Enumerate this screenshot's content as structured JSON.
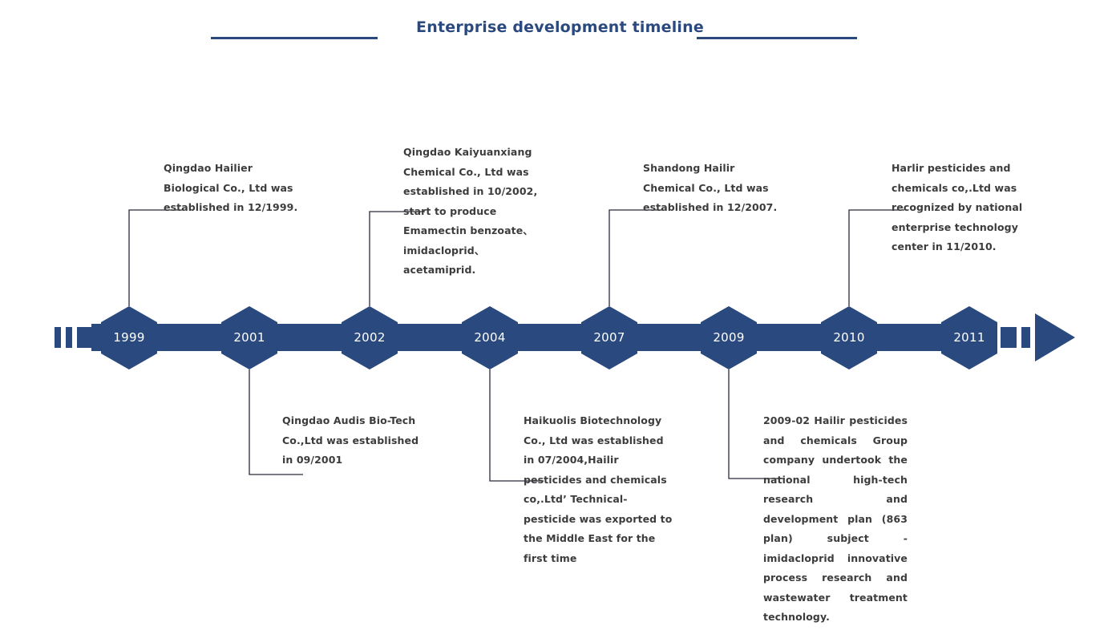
{
  "header": {
    "title": "Enterprise development timeline",
    "accent_color": "#2a4a7f"
  },
  "theme": {
    "marker_fill": "#2a4a7f",
    "bar_fill": "#2a4a7f",
    "connector_color": "#2b2b3c",
    "text_color": "#3c3c3c",
    "background": "#ffffff"
  },
  "chart_data": {
    "type": "timeline",
    "title": "Enterprise development timeline",
    "orientation": "horizontal",
    "direction": "left-to-right",
    "marker_shape": "hexagon",
    "categories": [
      "1999",
      "2001",
      "2002",
      "2004",
      "2007",
      "2009",
      "2010",
      "2011"
    ],
    "events": [
      {
        "year": "1999",
        "side": "above",
        "text": "Qingdao Hailier Biological Co., Ltd was established in 12/1999."
      },
      {
        "year": "2001",
        "side": "below",
        "text": "Qingdao Audis Bio-Tech Co.,Ltd was established in 09/2001"
      },
      {
        "year": "2002",
        "side": "above",
        "text": "Qingdao Kaiyuanxiang Chemical Co., Ltd was established in 10/2002, start to produce Emamectin benzoate、imidacloprid、acetamiprid."
      },
      {
        "year": "2004",
        "side": "below",
        "text": "Haikuolis Biotechnology Co., Ltd was established in 07/2004,Hailir pesticides and chemicals co,.Ltd’ Technical-pesticide was exported to the Middle East for the first time"
      },
      {
        "year": "2007",
        "side": "above",
        "text": "Shandong Hailir Chemical Co., Ltd was established in 12/2007."
      },
      {
        "year": "2009",
        "side": "below",
        "text": "2009-02 Hailir pesticides and chemicals Group company undertook the national high-tech research and development plan (863 plan) subject - imidacloprid innovative process research and wastewater treatment technology."
      },
      {
        "year": "2010",
        "side": "above",
        "text": "Harlir pesticides and chemicals co,.Ltd was recognized by national enterprise technology center in 11/2010."
      },
      {
        "year": "2011",
        "side": "none",
        "text": ""
      }
    ]
  },
  "markers": {
    "y1999": "1999",
    "y2001": "2001",
    "y2002": "2002",
    "y2004": "2004",
    "y2007": "2007",
    "y2009": "2009",
    "y2010": "2010",
    "y2011": "2011"
  },
  "texts": {
    "t1999": "Qingdao Hailier Biological Co., Ltd was established in 12/1999.",
    "t2001": "Qingdao Audis Bio-Tech Co.,Ltd was established in 09/2001",
    "t2002": "Qingdao Kaiyuanxiang Chemical Co., Ltd was established in 10/2002, start to produce Emamectin benzoate、imidacloprid、acetamiprid.",
    "t2004": "Haikuolis Biotechnology Co., Ltd was established in 07/2004,Hailir pesticides and chemicals co,.Ltd’ Technical-pesticide was exported to the Middle East for the first time",
    "t2007": "Shandong Hailir Chemical Co., Ltd was established in 12/2007.",
    "t2009": "2009-02 Hailir pesticides and chemicals Group company undertook the national high-tech research and development plan (863 plan) subject - imidacloprid innovative process research and wastewater treatment technology.",
    "t2010": "Harlir pesticides and chemicals co,.Ltd was recognized by national enterprise technology center in 11/2010."
  }
}
